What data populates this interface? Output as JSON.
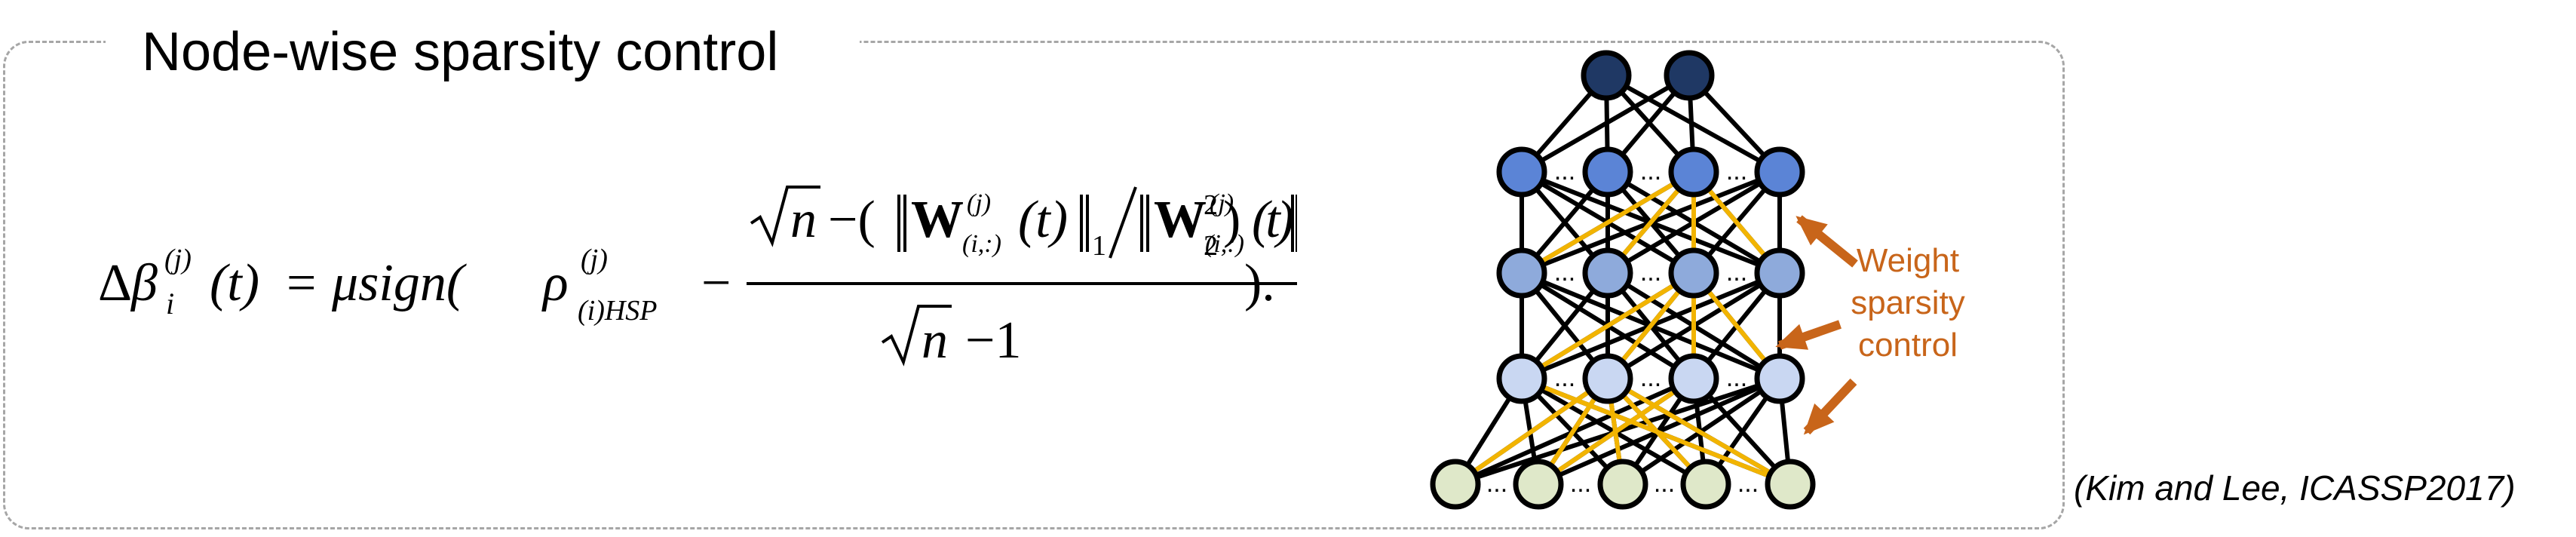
{
  "title": "Node-wise sparsity control",
  "formula": {
    "lhs_delta": "Δ",
    "lhs_beta": "β",
    "lhs_sub": "i",
    "lhs_sup": "(j)",
    "lhs_arg": "(t)",
    "equals": "=",
    "mu_sign": "μsign(",
    "rho": "ρ",
    "rho_sup": "(j)",
    "rho_sub": "(i)HSP",
    "minus": "−",
    "sqrt_n": "n",
    "num_minus_paren": "−(",
    "w_bold": "W",
    "w_sup": "(j)",
    "w_sub": "(i,:)",
    "w_arg": "(t)",
    "norm1": "1",
    "norm2": "2",
    "slash": "/",
    "sq": "2",
    "close_paren": ")",
    "den_minus_one": "−1",
    "tail": ")."
  },
  "annotation": {
    "lines": [
      "Weight",
      "sparsity",
      "control"
    ],
    "color": "#c8651a"
  },
  "network": {
    "layer_colors": [
      "#1f3864",
      "#5b84d6",
      "#8eaadb",
      "#c9d7f2",
      "#dfe8c9"
    ],
    "highlight_color": "#f2b400",
    "ellipsis": "..."
  },
  "citation": "(Kim and Lee, ICASSP2017)"
}
